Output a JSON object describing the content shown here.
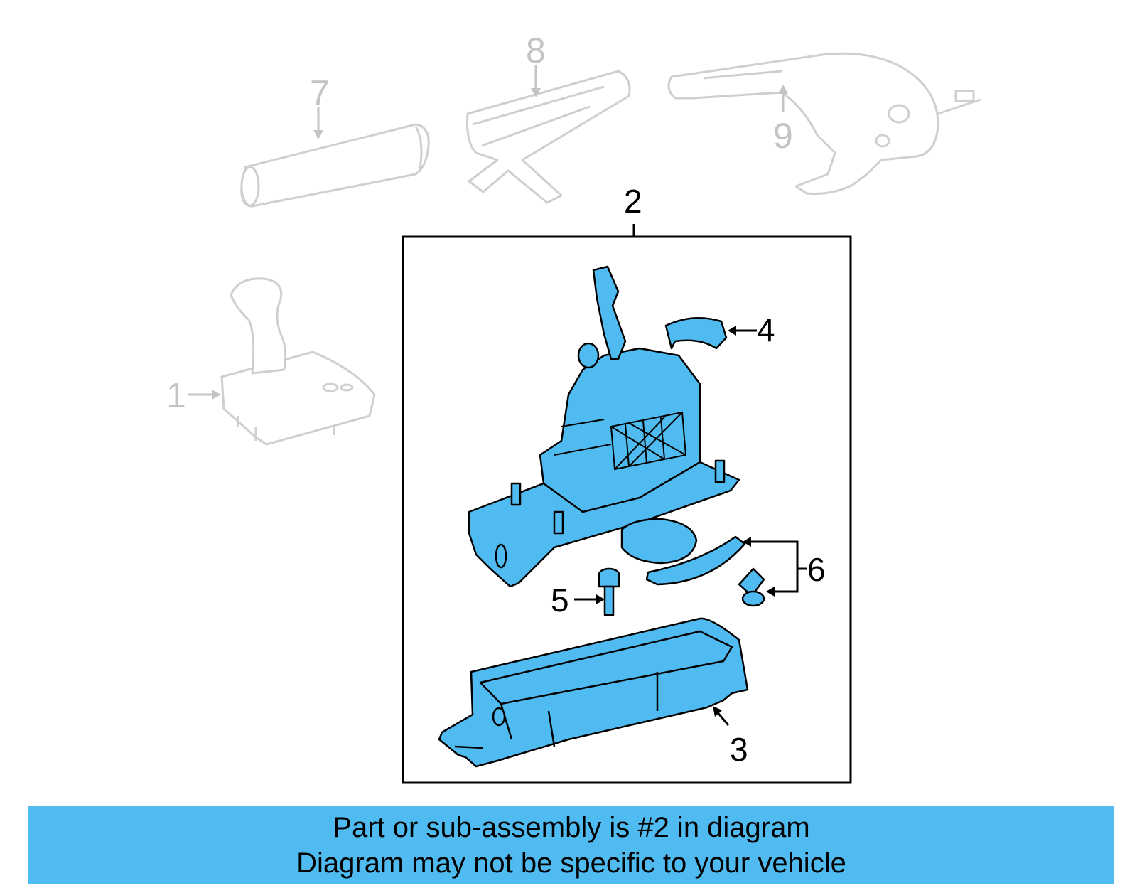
{
  "callouts": {
    "c1": "1",
    "c2": "2",
    "c3": "3",
    "c4": "4",
    "c5": "5",
    "c6": "6",
    "c7": "7",
    "c8": "8",
    "c9": "9"
  },
  "banner": {
    "line1": "Part or sub-assembly is #2 in diagram",
    "line2": "Diagram may not be specific to your vehicle"
  },
  "colors": {
    "highlight": "#4fbbf0",
    "faded_part": "#c4c4c4",
    "outline": "#000000"
  }
}
